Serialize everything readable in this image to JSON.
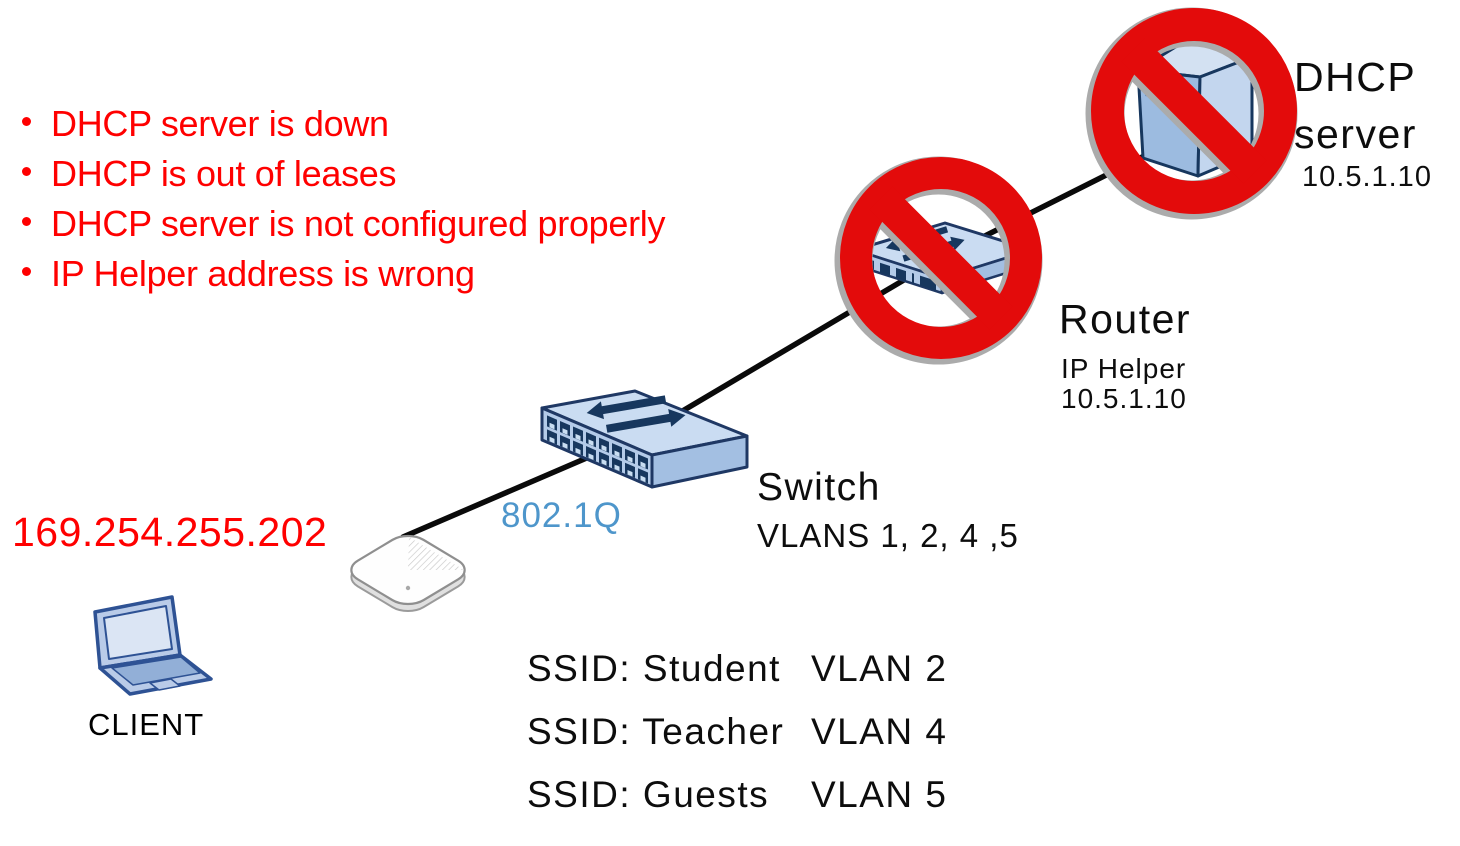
{
  "issues": {
    "items": [
      "DHCP server is down",
      "DHCP is out of leases",
      "DHCP server is not configured properly",
      "IP Helper address is wrong"
    ]
  },
  "client": {
    "ip": "169.254.255.202",
    "label": "CLIENT"
  },
  "access_point": {
    "trunk_label": "802.1Q"
  },
  "switch": {
    "label": "Switch",
    "vlans": "VLANS 1, 2, 4 ,5"
  },
  "router": {
    "label": "Router",
    "helper_label": "IP Helper",
    "helper_ip": "10.5.1.10"
  },
  "dhcp_server": {
    "label_line1": "DHCP",
    "label_line2": "server",
    "ip": "10.5.1.10"
  },
  "ssids": {
    "rows": [
      {
        "ssid": "SSID: Student",
        "vlan": "VLAN 2"
      },
      {
        "ssid": "SSID: Teacher",
        "vlan": "VLAN 4"
      },
      {
        "ssid": "SSID: Guests",
        "vlan": "VLAN 5"
      }
    ]
  },
  "colors": {
    "alert_red": "#FF0000",
    "prohibit_red": "#E30B0B",
    "trunk_label_blue": "#4E96CB",
    "device_stroke": "#1F3864",
    "link_black": "#0A0A0A"
  }
}
